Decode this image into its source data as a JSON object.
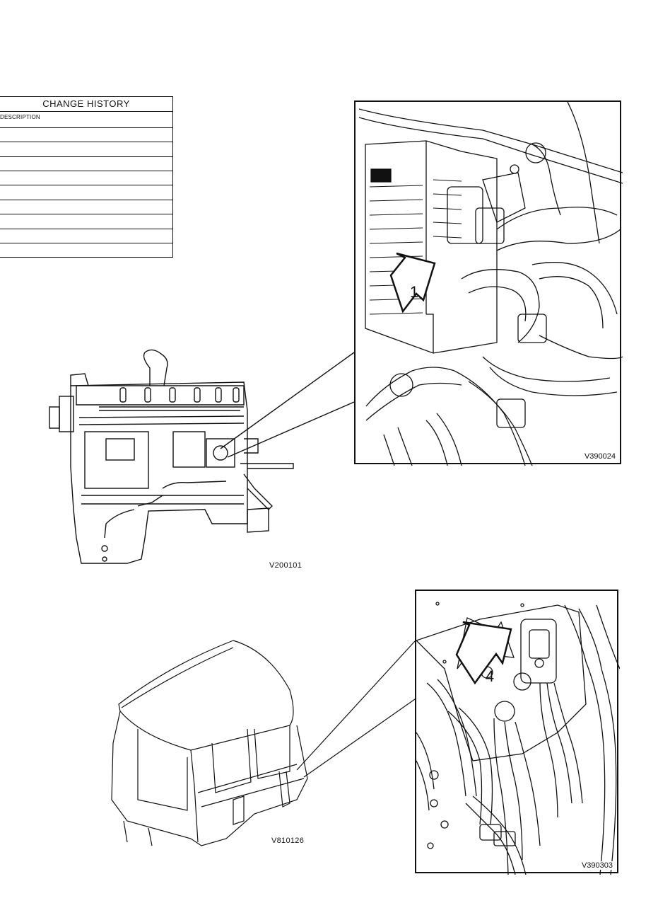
{
  "change_history": {
    "title": "CHANGE  HISTORY",
    "description_header": "DESCRIPTION"
  },
  "figures": {
    "engine_label": "V200101",
    "cab_label": "V810126"
  },
  "photos": {
    "ecu_photo_code": "V390024",
    "ecu_callout": "1",
    "cab_photo_code": "V390303",
    "cab_callout": "4"
  }
}
